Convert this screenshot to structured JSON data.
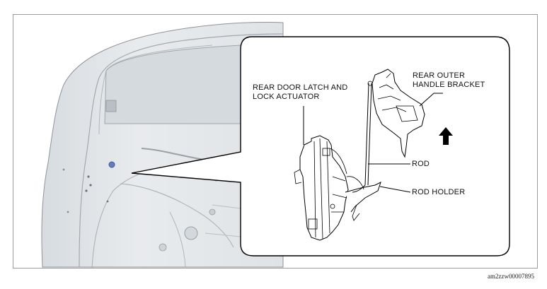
{
  "labels": {
    "latch_line1": "REAR DOOR LATCH AND",
    "latch_line2": "LOCK ACTUATOR",
    "bracket_line1": "REAR OUTER",
    "bracket_line2": "HANDLE BRACKET",
    "rod": "ROD",
    "rod_holder": "ROD HOLDER"
  },
  "figure_id": "am2zzw00007895",
  "icons": {
    "direction": "up-arrow-icon"
  },
  "colors": {
    "door_fill": "#e6e9ec",
    "line": "#000000",
    "frame": "#9a9a9a"
  }
}
